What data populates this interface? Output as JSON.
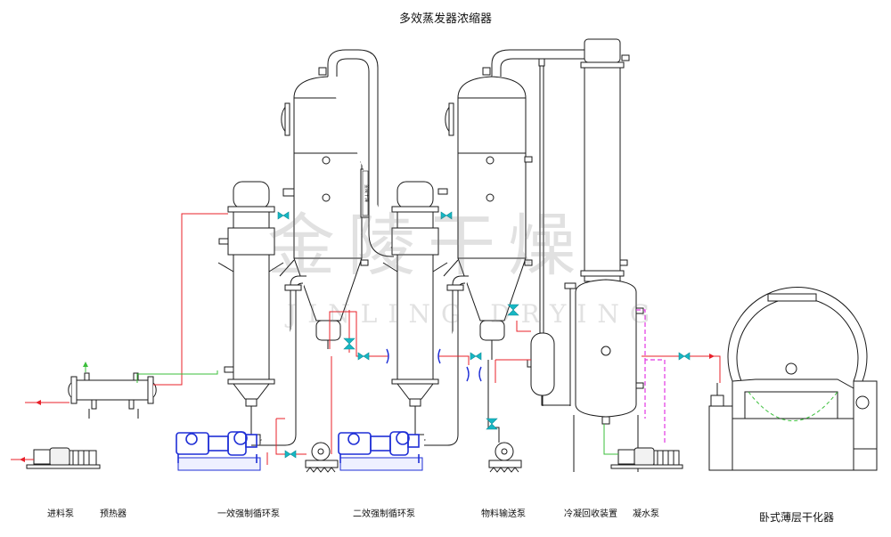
{
  "title": "多效蒸发器浓缩器",
  "watermark": {
    "cn": "金陵干燥",
    "en": "JINLING DRYING"
  },
  "labels": {
    "feed_pump": "进料泵",
    "preheater": "预热器",
    "pump_1": "一效强制循环泵",
    "pump_2": "二效强制循环泵",
    "transfer_pump": "物料输送泵",
    "condensate": "冷凝回收装置",
    "water_pump": "凝水泵",
    "dryer": "卧式薄层干化器"
  },
  "nameplate": "金陵干燥",
  "colors": {
    "line": "#1a1a1a",
    "feed": "#e8202a",
    "valve": "#16b7c4",
    "pump": "#1f2fd6",
    "steam": "#e236e2",
    "water": "#3bbf3b"
  }
}
